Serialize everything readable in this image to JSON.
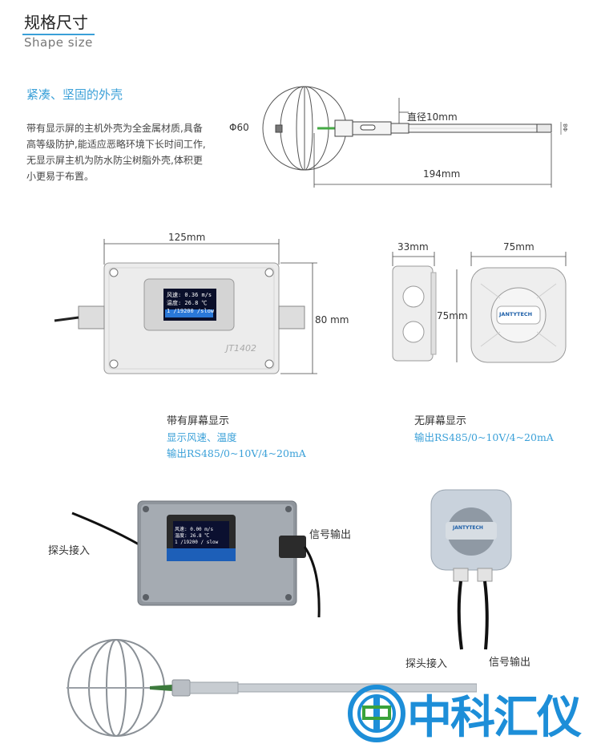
{
  "header": {
    "title": "规格尺寸",
    "title_en": "Shape size"
  },
  "intro": {
    "subheading": "紧凑、坚固的外壳",
    "paragraph": "带有显示屏的主机外壳为全金属材质,具备高等级防护,能适应恶略环境下长时间工作,无显示屏主机为防水防尘树脂外壳,体积更小更易于布置。"
  },
  "probe_drawing": {
    "diameter_label": "Φ60",
    "rod_diameter_label": "直径10mm",
    "length_label": "194mm"
  },
  "screen_unit": {
    "width_label": "125mm",
    "height_label": "80 mm",
    "screen_line1": "风速: 0.36  m/s",
    "screen_line2": "温度: 26.8  ℃",
    "screen_line3": "1 /19200 /slow",
    "model": "JT1402",
    "caption_title": "带有屏幕显示",
    "caption_line1": "显示风速、温度",
    "caption_line2": "输出RS485/0~10V/4~20mA"
  },
  "noscreen_unit": {
    "depth_label": "33mm",
    "width_label": "75mm",
    "height_label": "75mm",
    "brand": "JANTYTECH",
    "caption_title": "无屏幕显示",
    "caption_line1": "输出RS485/0~10V/4~20mA"
  },
  "photos": {
    "probe_in_left": "探头接入",
    "signal_out_left": "信号输出",
    "probe_in_right": "探头接入",
    "signal_out_right": "信号输出",
    "screen_mini_line1": "风速: 0.00  m/s",
    "screen_mini_line2": "温度: 26.8  ℃",
    "screen_mini_line3": "1 /19200 / slow",
    "brand_small": "JANTYTECH"
  },
  "watermark": {
    "text": "中科汇仪"
  },
  "colors": {
    "accent": "#3aa0d8",
    "watermark": "#1d8ed8"
  }
}
